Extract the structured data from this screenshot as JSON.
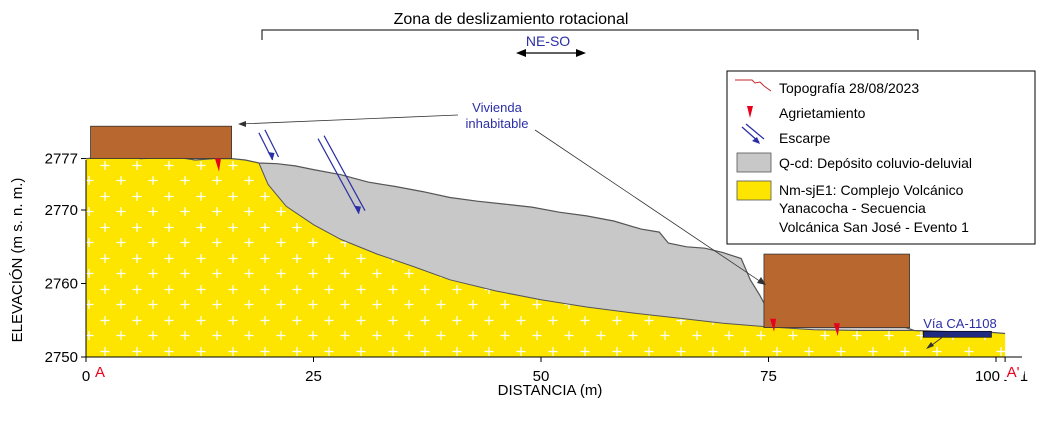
{
  "title": "Zona de deslizamiento rotacional",
  "direction": "NE-SO",
  "house_label": [
    "Vivienda",
    "inhabitable"
  ],
  "road_label": "Vía CA-1108",
  "section_start": "A",
  "section_end": "A'",
  "legend": {
    "items": [
      {
        "icon": "topography-line",
        "label": [
          "Topografía 28/08/2023"
        ]
      },
      {
        "icon": "crack-mark",
        "label": [
          "Agrietamiento"
        ]
      },
      {
        "icon": "scarp-arrows",
        "label": [
          "Escarpe"
        ]
      },
      {
        "icon": "colluvial-swatch",
        "label": [
          "Q-cd: Depósito coluvio-deluvial"
        ]
      },
      {
        "icon": "volcanic-swatch",
        "label": [
          "Nm-sjE1: Complejo Volcánico",
          "Yanacocha - Secuencia",
          "Volcánica San José - Evento 1"
        ]
      }
    ]
  },
  "colors": {
    "volcanic": "#fde500",
    "colluvial": "#c8c8c8",
    "house": "#b8672e",
    "road": "#1f2a80",
    "topography": "#c0272d",
    "crack": "#e8001c",
    "annotation": "#2b2fa6"
  },
  "chart_data": {
    "type": "cross-section",
    "xlabel": "DISTANCIA (m)",
    "ylabel": "ELEVACIÓN (m s. n. m.)",
    "xlim": [
      0,
      101
    ],
    "ylim": [
      2750,
      2777
    ],
    "x_ticks": [
      {
        "value": 0,
        "label": "0"
      },
      {
        "value": 25,
        "label": "25"
      },
      {
        "value": 50,
        "label": "50"
      },
      {
        "value": 75,
        "label": "75"
      },
      {
        "value": 100,
        "label": "100"
      },
      {
        "value": 101,
        "label": "101"
      }
    ],
    "y_ticks": [
      {
        "value": 2750,
        "label": "2750"
      },
      {
        "value": 2760,
        "label": "2760"
      },
      {
        "value": 2770,
        "label": "2770"
      },
      {
        "value": 2777,
        "label": "2777"
      }
    ],
    "landslide_zone_x": [
      19,
      91
    ],
    "houses": [
      {
        "x": [
          0.5,
          16
        ],
        "ground": 2777,
        "roof": 2781.4
      },
      {
        "x": [
          74.5,
          90.5
        ],
        "ground": 2754,
        "roof": 2764
      }
    ],
    "road": {
      "x": [
        92,
        99.5
      ],
      "y": [
        2752.7,
        2753.5
      ]
    },
    "topography": [
      [
        0,
        2777
      ],
      [
        2,
        2777.2
      ],
      [
        4,
        2777.4
      ],
      [
        6,
        2777
      ],
      [
        8,
        2777.1
      ],
      [
        10,
        2777.2
      ],
      [
        12,
        2776.8
      ],
      [
        14,
        2777
      ],
      [
        16,
        2777
      ],
      [
        17.5,
        2776.8
      ],
      [
        19,
        2776.4
      ],
      [
        21,
        2776.3
      ],
      [
        23,
        2776
      ],
      [
        25,
        2775.5
      ],
      [
        28,
        2774.8
      ],
      [
        31,
        2773.8
      ],
      [
        34,
        2773.2
      ],
      [
        37,
        2772.5
      ],
      [
        40,
        2771.7
      ],
      [
        43,
        2771.2
      ],
      [
        46,
        2770.8
      ],
      [
        49,
        2770.4
      ],
      [
        52,
        2769.7
      ],
      [
        55,
        2769.2
      ],
      [
        58,
        2768.5
      ],
      [
        61,
        2767.4
      ],
      [
        63,
        2767
      ],
      [
        64,
        2765.5
      ],
      [
        66,
        2765
      ],
      [
        68,
        2764.8
      ],
      [
        70,
        2764.2
      ],
      [
        72,
        2763.4
      ],
      [
        73,
        2760.5
      ],
      [
        74,
        2758.5
      ],
      [
        75,
        2756.2
      ],
      [
        78,
        2755.8
      ],
      [
        82,
        2755.5
      ],
      [
        86,
        2755
      ],
      [
        89,
        2754.5
      ],
      [
        91,
        2753.6
      ],
      [
        96,
        2753.4
      ],
      [
        99,
        2753.4
      ],
      [
        101,
        2753.2
      ]
    ],
    "failure_surface": [
      [
        19,
        2776.4
      ],
      [
        20,
        2773.5
      ],
      [
        22,
        2770.5
      ],
      [
        25,
        2768
      ],
      [
        28,
        2766
      ],
      [
        32,
        2764
      ],
      [
        36,
        2762.3
      ],
      [
        40,
        2760.5
      ],
      [
        45,
        2759
      ],
      [
        50,
        2757.8
      ],
      [
        55,
        2756.8
      ],
      [
        60,
        2756
      ],
      [
        65,
        2755.3
      ],
      [
        70,
        2754.6
      ],
      [
        75,
        2754.1
      ],
      [
        80,
        2753.7
      ],
      [
        85,
        2753.6
      ],
      [
        91,
        2753.6
      ]
    ],
    "cracks": [
      {
        "x": 14.5,
        "y": 2777
      },
      {
        "x": 75.5,
        "y": 2755.2
      },
      {
        "x": 82.5,
        "y": 2754.6
      }
    ],
    "scarps": [
      {
        "x": [
          19,
          20.5
        ],
        "y": [
          2780.5,
          2776.8
        ]
      },
      {
        "x": [
          25.5,
          30
        ],
        "y": [
          2779.7,
          2769.5
        ]
      }
    ]
  }
}
